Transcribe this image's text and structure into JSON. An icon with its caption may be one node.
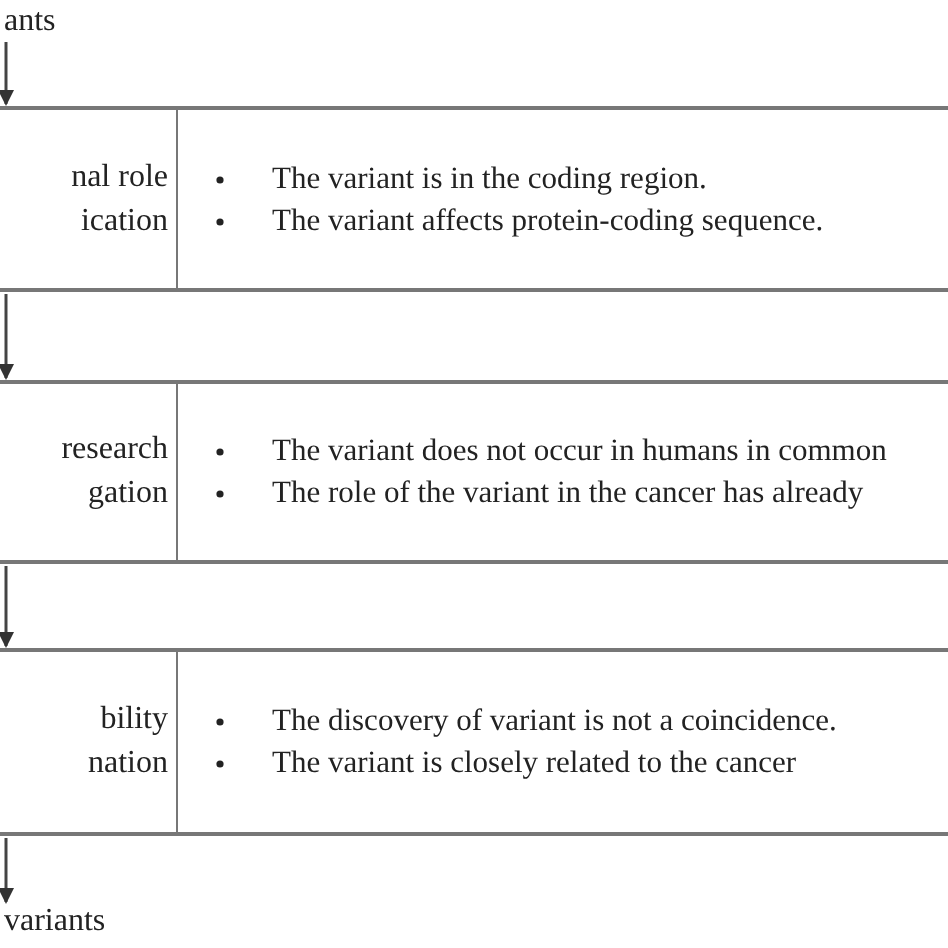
{
  "diagram": {
    "nodes": [
      {
        "text": [
          "ants"
        ]
      },
      {
        "text": [
          "nal role ication",
          "The variant is in the coding region.",
          "The variant affects protein-coding sequence."
        ]
      },
      {
        "text": [
          "research gation",
          "The variant does not occur in humans in common",
          "The role of the variant in the cancer has already"
        ]
      },
      {
        "text": [
          "bility nation",
          "The discovery of variant is not a coincidence.",
          "The variant is closely related to the cancer"
        ]
      },
      {
        "text": [
          "variants"
        ]
      }
    ],
    "edges": [
      {
        "from": 0,
        "to": 1,
        "arrow": "to"
      },
      {
        "from": 1,
        "to": 2,
        "arrow": "to"
      },
      {
        "from": 2,
        "to": 3,
        "arrow": "to"
      },
      {
        "from": 3,
        "to": 4,
        "arrow": "to"
      }
    ]
  }
}
